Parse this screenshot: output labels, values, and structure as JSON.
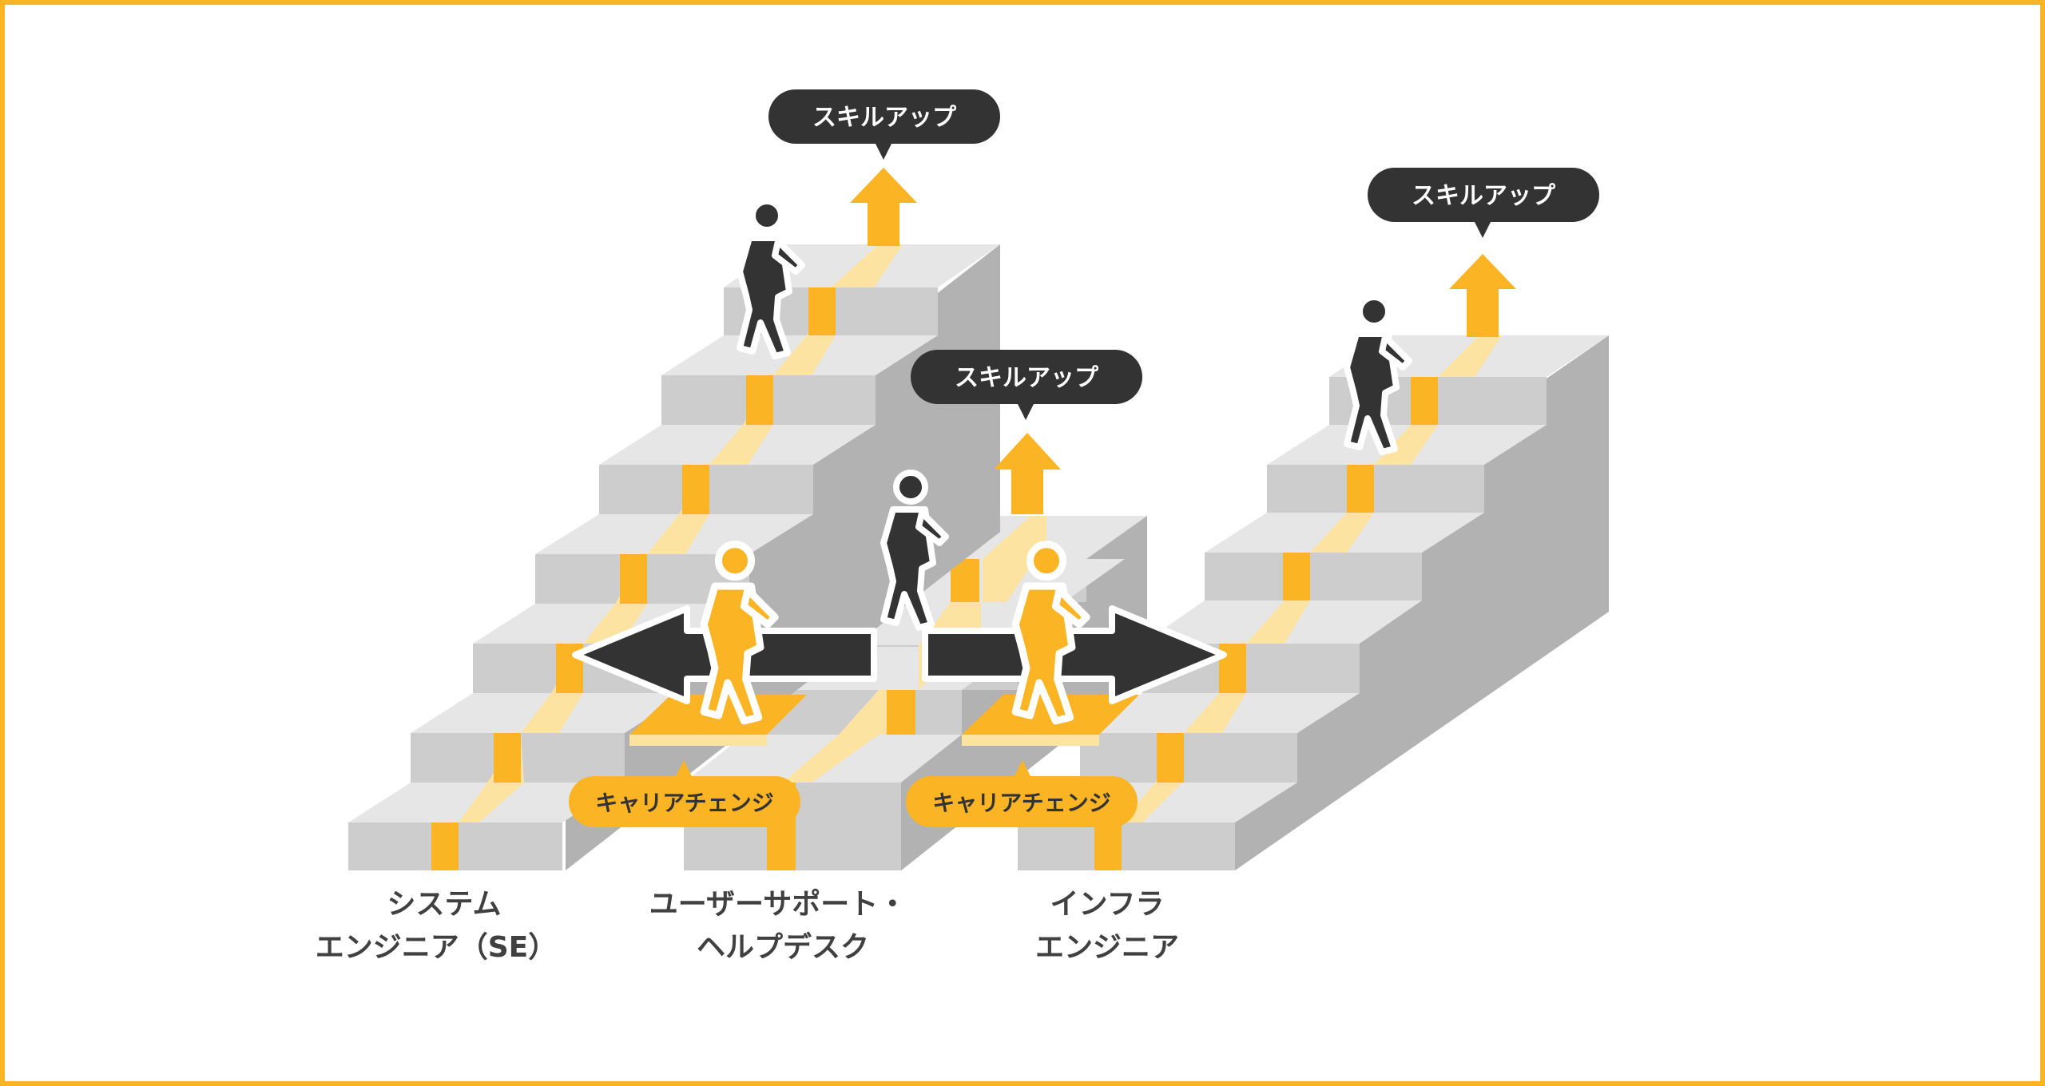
{
  "colors": {
    "frame": "#fbb423",
    "accent": "#fbb423",
    "accent_light": "#fde3a2",
    "dark": "#333333",
    "step_top": "#e6e6e6",
    "step_front": "#cdcdcd",
    "step_side": "#b2b2b2"
  },
  "skill_up": {
    "left": "スキルアップ",
    "middle": "スキルアップ",
    "right": "スキルアップ"
  },
  "career_change": {
    "left": "キャリアチェンジ",
    "right": "キャリアチェンジ"
  },
  "jobs": {
    "se": {
      "line1": "システム",
      "line2": "エンジニア（SE）"
    },
    "support": {
      "line1": "ユーザーサポート・",
      "line2": "ヘルプデスク"
    },
    "infra": {
      "line1": "インフラ",
      "line2": "エンジニア"
    }
  },
  "icons": [
    "person-walking-icon",
    "arrow-up-icon",
    "arrow-left-icon",
    "arrow-right-icon"
  ]
}
